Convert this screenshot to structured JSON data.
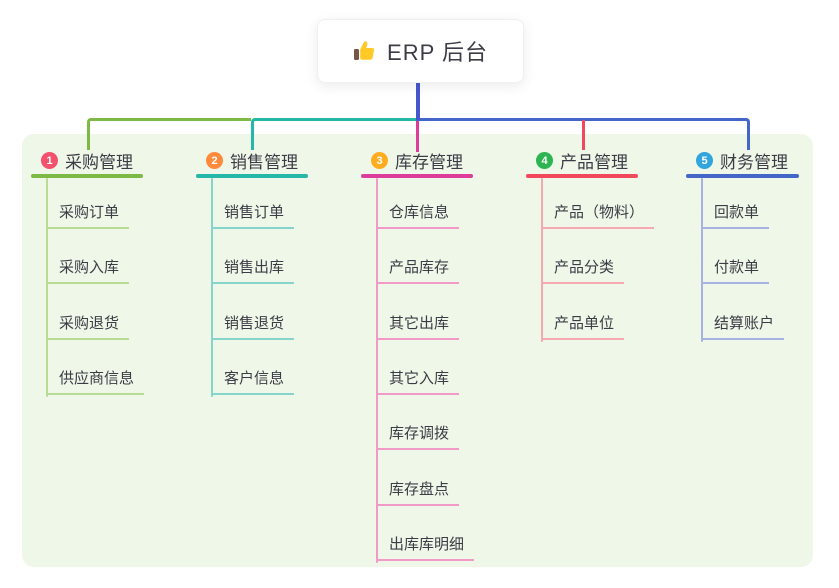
{
  "root": {
    "label": "ERP 后台",
    "icon": "thumbs-up-icon",
    "line_color": "#4656CC"
  },
  "canvas": {
    "background": "#FFFFFF",
    "panel_color": "#EEF7E8",
    "text_color": "#3C3C46"
  },
  "branches": [
    {
      "badge": "1",
      "label": "采购管理",
      "badge_color": "#F4516C",
      "line_color": "#7CBA45",
      "child_line_color": "#B9DC95",
      "children": [
        "采购订单",
        "采购入库",
        "采购退货",
        "供应商信息"
      ]
    },
    {
      "badge": "2",
      "label": "销售管理",
      "badge_color": "#FF8A3C",
      "line_color": "#25B7A8",
      "child_line_color": "#85D5CB",
      "children": [
        "销售订单",
        "销售出库",
        "销售退货",
        "客户信息"
      ]
    },
    {
      "badge": "3",
      "label": "库存管理",
      "badge_color": "#FFAD1F",
      "line_color": "#DE3C9B",
      "child_line_color": "#F19AC7",
      "children": [
        "仓库信息",
        "产品库存",
        "其它出库",
        "其它入库",
        "库存调拨",
        "库存盘点",
        "出库库明细"
      ]
    },
    {
      "badge": "4",
      "label": "产品管理",
      "badge_color": "#2EB553",
      "line_color": "#F2485C",
      "child_line_color": "#F7A9B2",
      "children": [
        "产品（物料）",
        "产品分类",
        "产品单位"
      ]
    },
    {
      "badge": "5",
      "label": "财务管理",
      "badge_color": "#31A5DC",
      "line_color": "#4466C8",
      "child_line_color": "#A6B3E2",
      "children": [
        "回款单",
        "付款单",
        "结算账户"
      ]
    }
  ]
}
